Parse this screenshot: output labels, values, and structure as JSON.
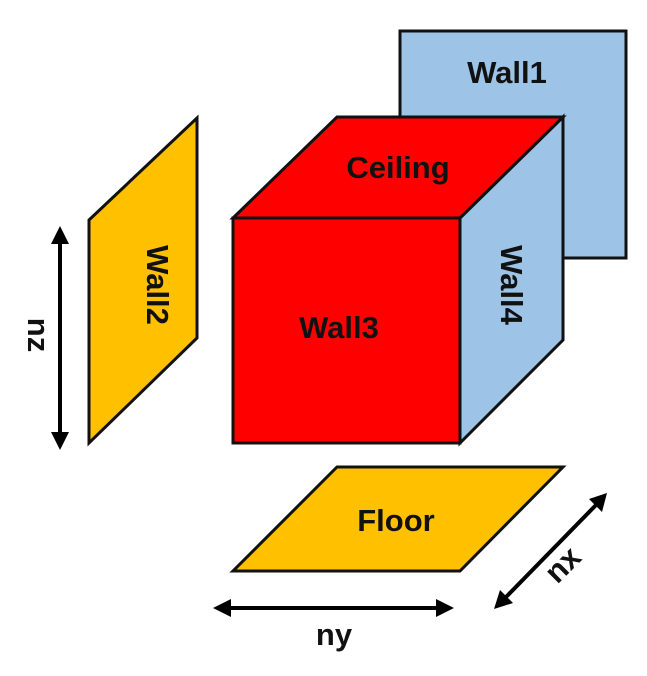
{
  "colors": {
    "wall_blue": "#9dc3e6",
    "wall_yellow": "#ffc000",
    "cube_red": "#ff0000",
    "outline": "#111111",
    "arrow": "#000000"
  },
  "faces": {
    "wall1": "Wall1",
    "wall2": "Wall2",
    "wall3": "Wall3",
    "wall4": "Wall4",
    "ceiling": "Ceiling",
    "floor": "Floor"
  },
  "axes": {
    "nx": "nx",
    "ny": "ny",
    "nz": "nz"
  }
}
